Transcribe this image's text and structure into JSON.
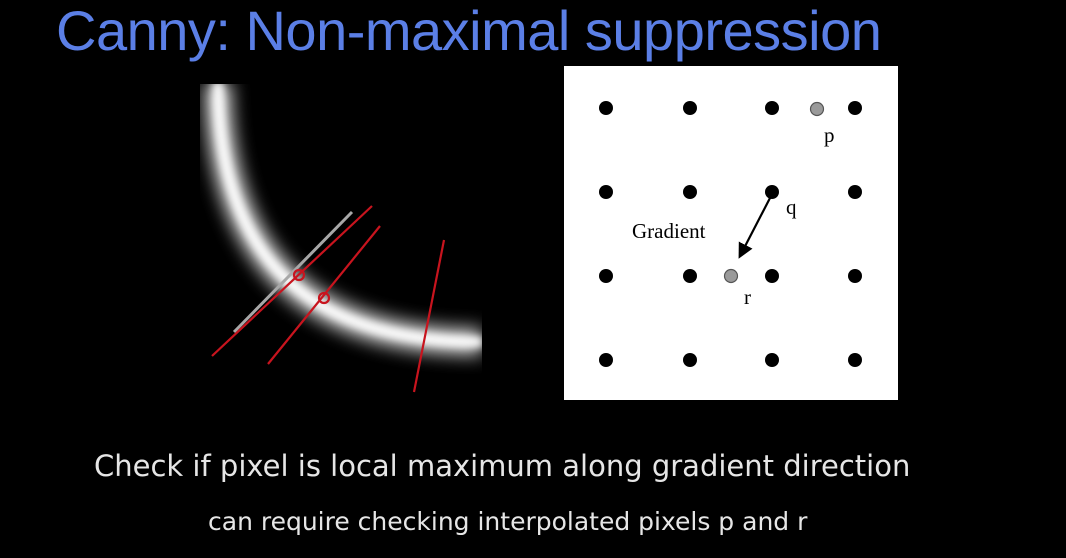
{
  "slide": {
    "title": "Canny: Non-maximal suppression",
    "caption": "Check if pixel is local maximum along gradient direction",
    "subcaption": "can require checking interpolated pixels p and r"
  },
  "grid_diagram": {
    "label_p": "p",
    "label_q": "q",
    "label_r": "r",
    "label_gradient": "Gradient"
  },
  "colors": {
    "title": "#5b7fe6",
    "caption": "#e6e6e6",
    "background": "#000000",
    "annotation_red": "#c8141e",
    "interpolated_point": "#9a9a9a"
  }
}
